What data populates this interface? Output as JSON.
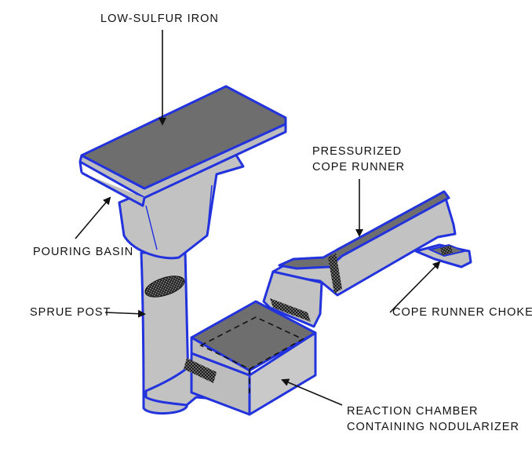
{
  "labels": {
    "iron": "LOW-SULFUR IRON",
    "pressurized_line1": "PRESSURIZED",
    "pressurized_line2": "COPE RUNNER",
    "pouring_basin": "POURING BASIN",
    "sprue_post": "SPRUE POST",
    "choke": "COPE RUNNER CHOKE",
    "reaction_line1": "REACTION CHAMBER",
    "reaction_line2": "CONTAINING NODULARIZER"
  },
  "colors": {
    "outline": "#2233dd",
    "top_face": "#6e6e6e",
    "side_face": "#b9b9b9",
    "front_face": "#c9c9c9",
    "text": "#111111"
  }
}
